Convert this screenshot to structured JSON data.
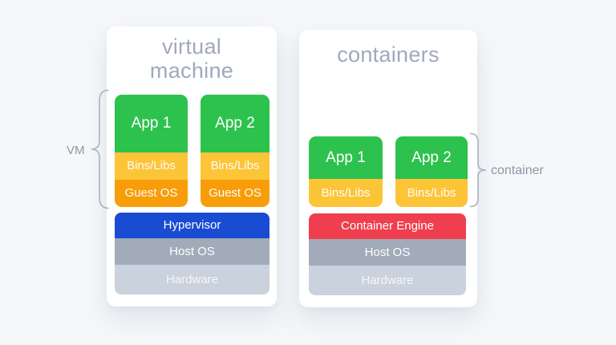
{
  "page": {
    "background": "#f5f7f9"
  },
  "colors": {
    "app_green": "#2cc24d",
    "bins_libs_yellow": "#fcc437",
    "guest_os_orange": "#f89d0a",
    "hypervisor_blue": "#1a4cd3",
    "container_engine_red": "#ef3f4e",
    "host_os_gray": "#a2abba",
    "hardware_gray": "#cad2dd",
    "title_gray": "#a0a9bb",
    "brace_gray": "#aab3c0"
  },
  "vm_card": {
    "title": "virtual machine",
    "side_label": "VM",
    "stacks": [
      {
        "app": "App 1",
        "layers": [
          "Bins/Libs",
          "Guest OS"
        ]
      },
      {
        "app": "App 2",
        "layers": [
          "Bins/Libs",
          "Guest OS"
        ]
      }
    ],
    "bars": [
      "Hypervisor",
      "Host OS",
      "Hardware"
    ]
  },
  "containers_card": {
    "title": "containers",
    "side_label": "container",
    "stacks": [
      {
        "app": "App 1",
        "layers": [
          "Bins/Libs"
        ]
      },
      {
        "app": "App 2",
        "layers": [
          "Bins/Libs"
        ]
      }
    ],
    "bars": [
      "Container Engine",
      "Host OS",
      "Hardware"
    ]
  }
}
